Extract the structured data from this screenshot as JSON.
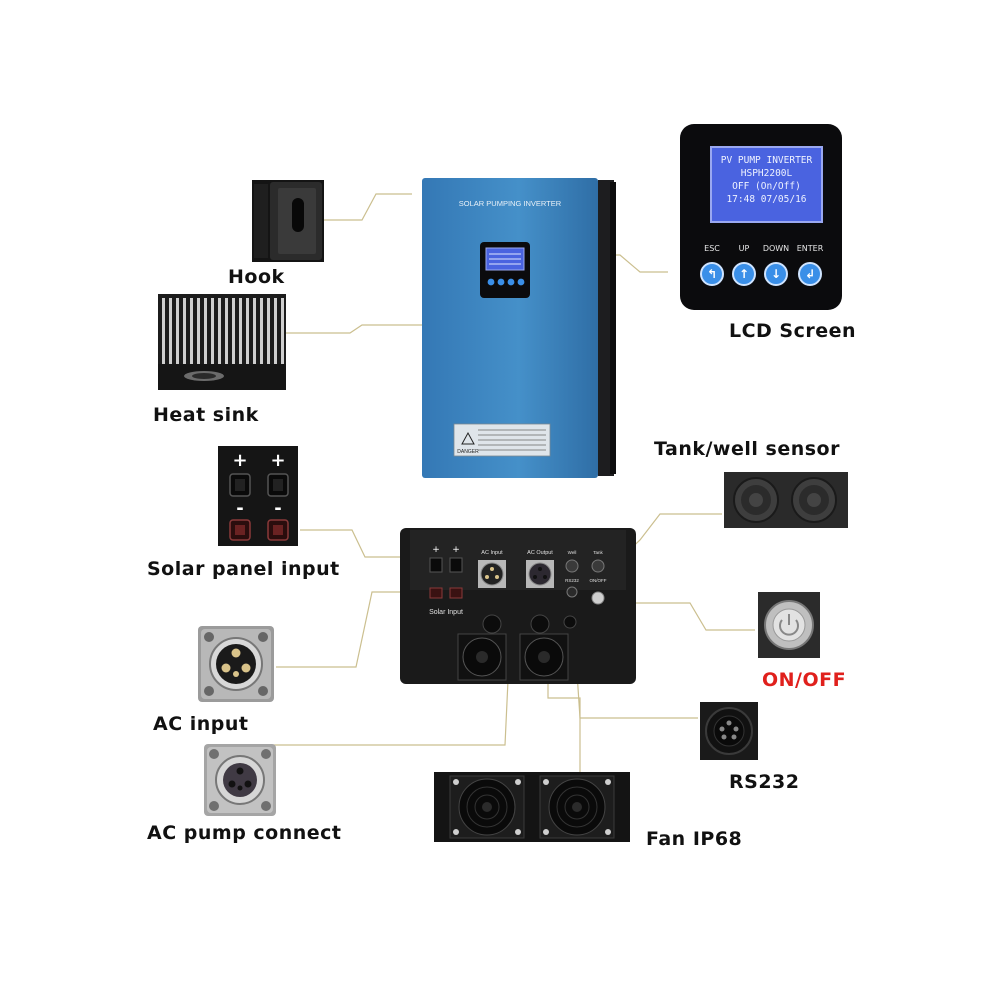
{
  "labels": {
    "hook": "Hook",
    "heat_sink": "Heat sink",
    "solar_panel_input": "Solar panel input",
    "ac_input": "AC input",
    "ac_pump_connect": "AC pump connect",
    "lcd_screen": "LCD Screen",
    "tank_well_sensor": "Tank/well sensor",
    "on_off": "ON/OFF",
    "rs232": "RS232",
    "fan_ip68": "Fan IP68"
  },
  "inverter": {
    "front_title": "SOLAR PUMPING INVERTER",
    "warning_word": "DANGER"
  },
  "lcd": {
    "lines": [
      "PV PUMP INVERTER",
      "HSPH2200L",
      "OFF (On/Off)",
      "17:48 07/05/16"
    ],
    "buttons": [
      {
        "label": "ESC",
        "glyph": "↰"
      },
      {
        "label": "UP",
        "glyph": "↑"
      },
      {
        "label": "DOWN",
        "glyph": "↓"
      },
      {
        "label": "ENTER",
        "glyph": "↲"
      }
    ]
  },
  "terminals": {
    "plus": "+",
    "minus": "-",
    "solar_input": "Solar Input",
    "ac_input": "AC Input",
    "ac_output": "AC Output",
    "well": "Well",
    "tank": "Tank",
    "rs232": "RS232",
    "on_off": "ON/OFF"
  },
  "colors": {
    "inverter_blue": "#3d86c0",
    "lcd_blue": "#4a63e0",
    "button_blue": "#3a8fe8",
    "on_off_red": "#e0201c",
    "leader_line": "#cbbf8f"
  }
}
